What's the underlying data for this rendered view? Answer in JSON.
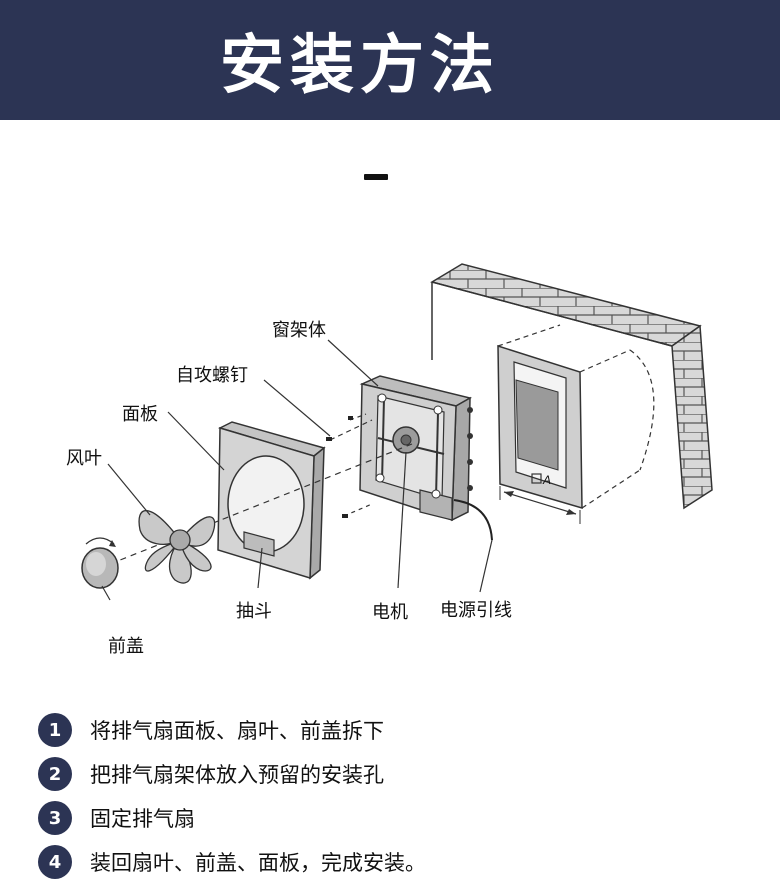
{
  "header": {
    "title": "安装方法"
  },
  "diagram": {
    "labels": {
      "window_frame": "窗架体",
      "self_tapping_screw": "自攻螺钉",
      "panel": "面板",
      "fan_blade": "风叶",
      "front_cover": "前盖",
      "drawer": "抽斗",
      "motor": "电机",
      "power_cord": "电源引线",
      "dimension": "A"
    }
  },
  "steps": [
    {
      "number": "1",
      "text": "将排气扇面板、扇叶、前盖拆下"
    },
    {
      "number": "2",
      "text": "把排气扇架体放入预留的安装孔"
    },
    {
      "number": "3",
      "text": "固定排气扇"
    },
    {
      "number": "4",
      "text": "装回扇叶、前盖、面板，完成安装。"
    }
  ],
  "colors": {
    "header_bg": "#2c3454",
    "badge_bg": "#2c3454"
  }
}
